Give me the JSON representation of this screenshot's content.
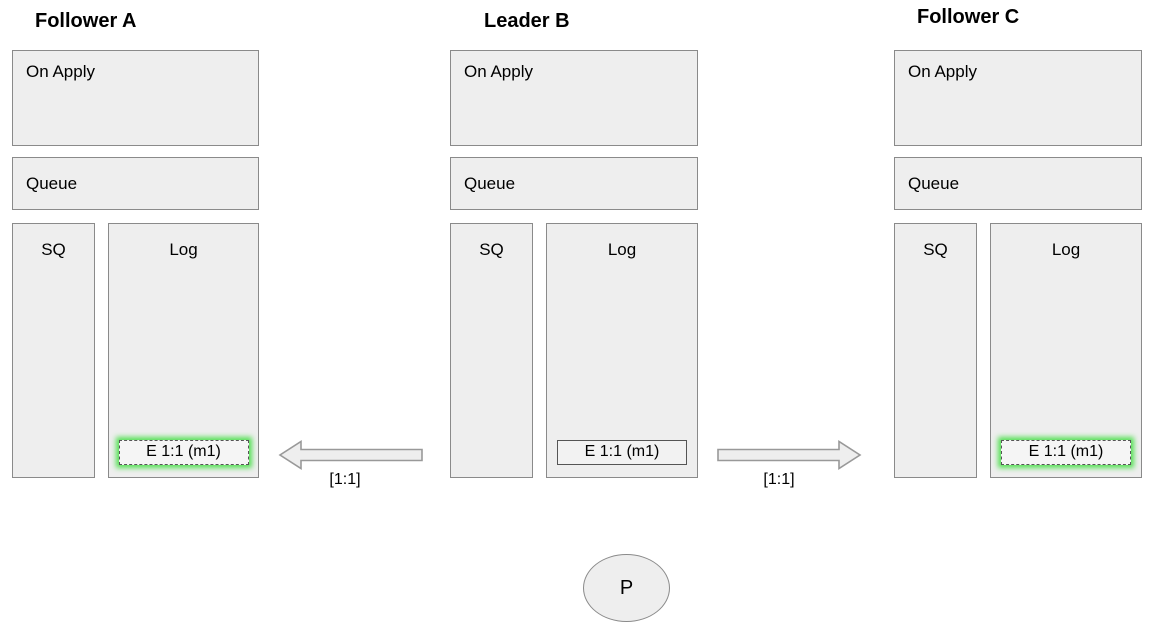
{
  "nodes": [
    {
      "id": "follower-a",
      "title": "Follower A",
      "boxes": {
        "on_apply": "On Apply",
        "queue": "Queue",
        "sq": "SQ",
        "log": "Log"
      },
      "log_entry": {
        "text": "E 1:1 (m1)",
        "style": "dashed-glow"
      }
    },
    {
      "id": "leader-b",
      "title": "Leader B",
      "boxes": {
        "on_apply": "On Apply",
        "queue": "Queue",
        "sq": "SQ",
        "log": "Log"
      },
      "log_entry": {
        "text": "E 1:1 (m1)",
        "style": "solid"
      }
    },
    {
      "id": "follower-c",
      "title": "Follower C",
      "boxes": {
        "on_apply": "On Apply",
        "queue": "Queue",
        "sq": "SQ",
        "log": "Log"
      },
      "log_entry": {
        "text": "E 1:1 (m1)",
        "style": "dashed-glow"
      }
    }
  ],
  "arrows": [
    {
      "from": "leader-b",
      "to": "follower-a",
      "direction": "left",
      "label": "[1:1]"
    },
    {
      "from": "leader-b",
      "to": "follower-c",
      "direction": "right",
      "label": "[1:1]"
    }
  ],
  "process": {
    "label": "P"
  },
  "colors": {
    "box_fill": "#eeeeee",
    "box_border": "#8a8a8a",
    "entry_border": "#555555",
    "entry_glow": "#55e055",
    "arrow_fill": "#eeeeee",
    "arrow_border": "#999999",
    "text": "#000000"
  }
}
